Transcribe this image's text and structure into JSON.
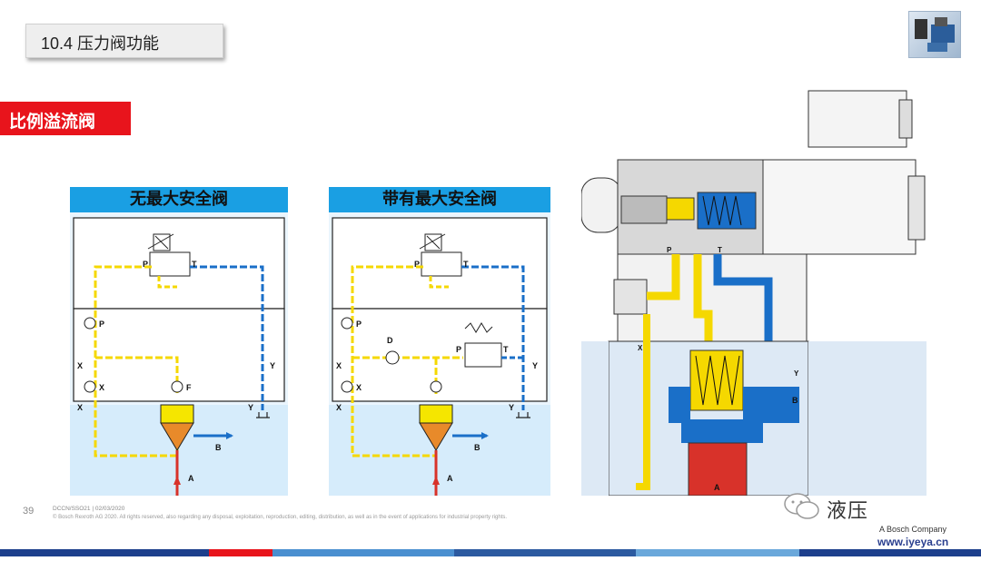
{
  "header": {
    "section_title": "10.4 压力阀功能",
    "red_label": "比例溢流阀"
  },
  "diagrams": {
    "left": {
      "title": "无最大安全阀",
      "labels": {
        "P_top": "P",
        "T_top": "T",
        "P_side": "P",
        "X1": "X",
        "X2": "X",
        "F": "F",
        "Y1": "Y",
        "Y2": "Y",
        "X3": "X",
        "B": "B",
        "A": "A"
      }
    },
    "right": {
      "title": "带有最大安全阀",
      "labels": {
        "P_top": "P",
        "T_top": "T",
        "P_side": "P",
        "D": "D",
        "P_mid": "P",
        "T_mid": "T",
        "X1": "X",
        "X2": "X",
        "Y1": "Y",
        "Y2": "Y",
        "X3": "X",
        "B": "B",
        "A": "A"
      }
    },
    "section": {
      "labels": {
        "P": "P",
        "T": "T",
        "X": "X",
        "Y": "Y",
        "B": "B",
        "A": "A"
      }
    }
  },
  "footer": {
    "page_number": "39",
    "meta": "DCCN/SSO21 | 02/03/2020",
    "copyright": "© Bosch Rexroth AG 2020. All rights reserved, also regarding any disposal, exploitation, reproduction, editing, distribution, as well as in the event of applications for industrial property rights."
  },
  "watermark": {
    "text": "液压",
    "company": "A Bosch Company",
    "url": "www.iyeya.cn"
  },
  "colors": {
    "accent_red": "#e8141c",
    "header_blue": "#1a9fe3",
    "pilot_yellow": "#ffe600",
    "tank_blue": "#1a6fc8",
    "pressure_red": "#d8322a"
  }
}
